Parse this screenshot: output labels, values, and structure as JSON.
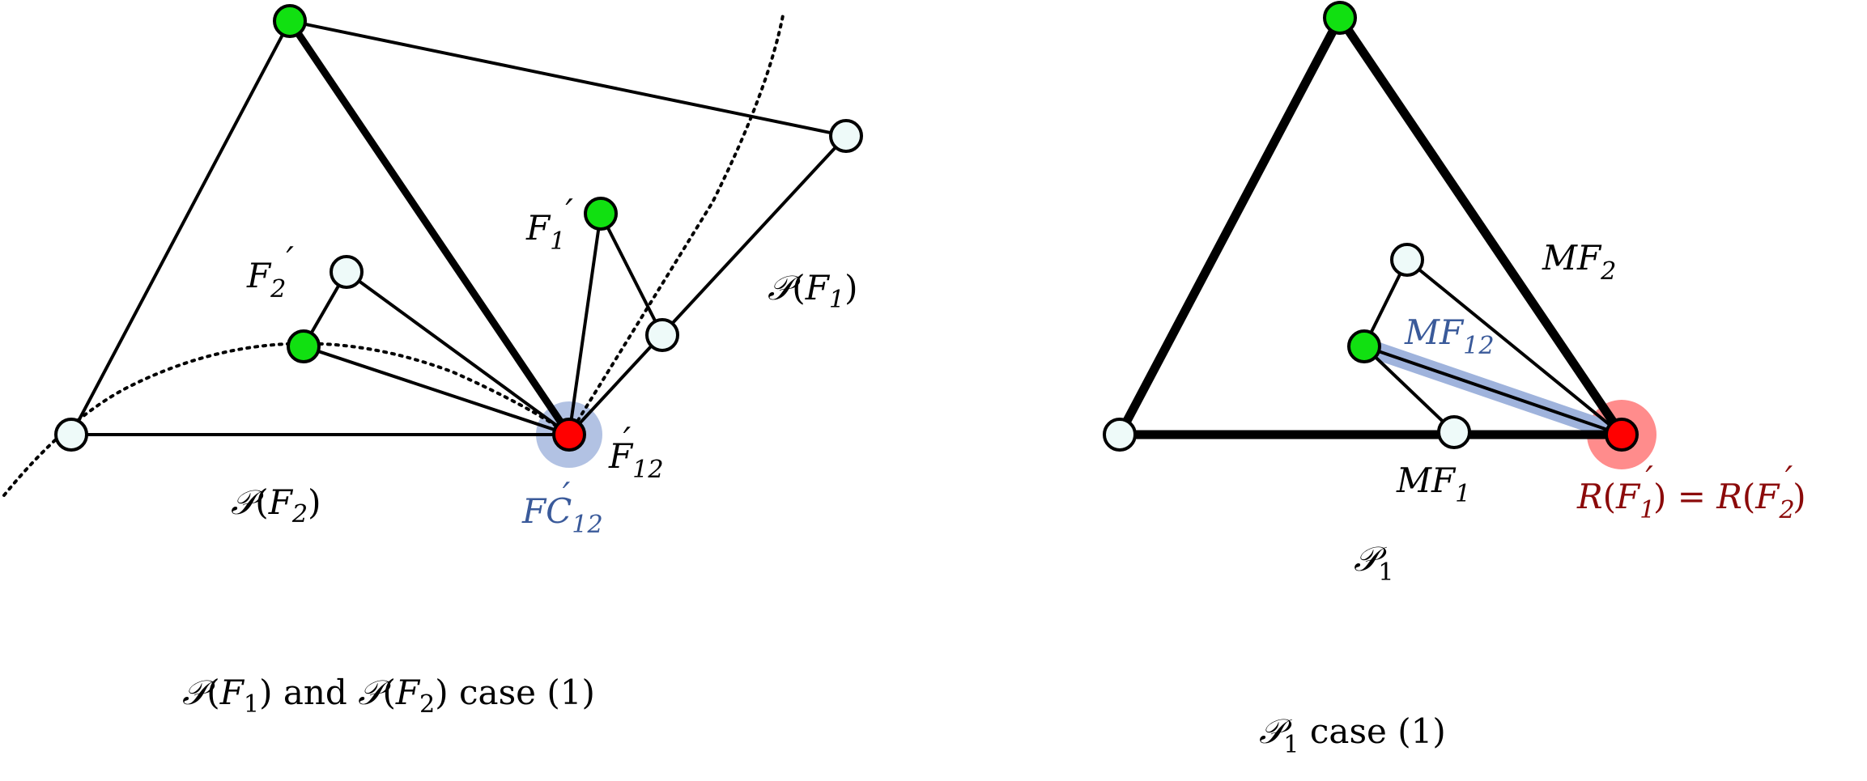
{
  "colors": {
    "black": "#000000",
    "green": "#11e011",
    "red": "#ff0000",
    "white_node": "#eefaf9",
    "blue_label": "#3a5a9a",
    "blue_halo": "#9fb3dc",
    "red_label": "#8b0a0a",
    "red_halo": "#ff8080"
  },
  "left": {
    "labels": {
      "F2p": {
        "main": "F",
        "sub": "2",
        "prime": "′"
      },
      "F1p": {
        "main": "F",
        "sub": "1",
        "prime": "′"
      },
      "F12p": {
        "main": "F",
        "sub": "12",
        "prime": "′"
      },
      "FC12p": {
        "main": "FC",
        "sub": "12",
        "prime": "′"
      },
      "PF1": {
        "P": "𝒫",
        "open": "(",
        "F": "F",
        "sub": "1",
        "close": ")"
      },
      "PF2": {
        "P": "𝒫",
        "open": "(",
        "F": "F",
        "sub": "2",
        "close": ")"
      }
    },
    "caption": {
      "P1": "𝒫",
      "open1": "(",
      "F1": "F",
      "sub1": "1",
      "close1": ")",
      "and": " and ",
      "P2": "𝒫",
      "open2": "(",
      "F2": "F",
      "sub2": "2",
      "close2": ")",
      "case": " case ",
      "num": "(1)"
    }
  },
  "right": {
    "labels": {
      "MF2": {
        "main": "MF",
        "sub": "2"
      },
      "MF12": {
        "main": "MF",
        "sub": "12"
      },
      "MF1": {
        "main": "MF",
        "sub": "1"
      },
      "P1": {
        "P": "𝒫",
        "sub": "1"
      },
      "R": {
        "R1": "R",
        "open1": "(",
        "F1": "F",
        "sub1": "1",
        "prime1": "′",
        "close1": ")",
        "eq": " = ",
        "R2": "R",
        "open2": "(",
        "F2": "F",
        "sub2": "2",
        "prime2": "′",
        "close2": ")"
      }
    },
    "caption": {
      "P": "𝒫",
      "sub": "1",
      "case": " case ",
      "num": "(1)"
    }
  }
}
